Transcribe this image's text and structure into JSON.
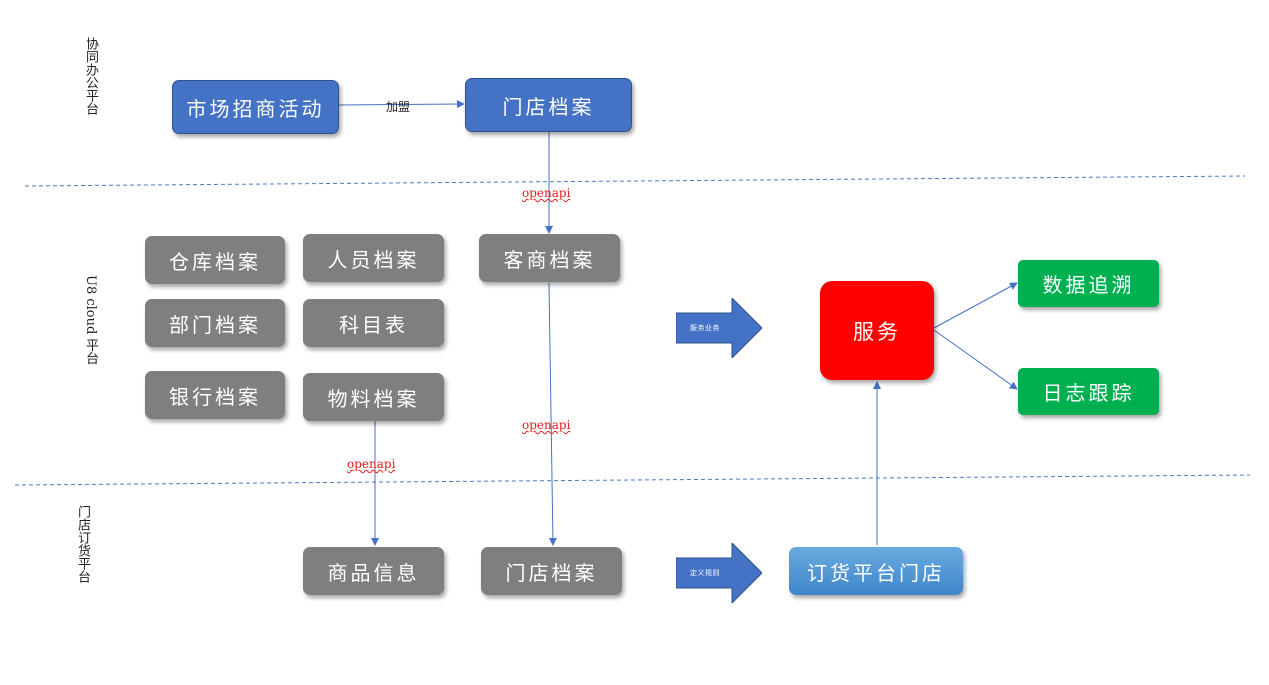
{
  "lanes": {
    "collab": "协同办公平台",
    "u8": "U8 cloud 平台",
    "order": "门店订货平台"
  },
  "nodes": {
    "market": "市场招商活动",
    "store_archive_top": "门店档案",
    "warehouse": "仓库档案",
    "personnel": "人员档案",
    "customer": "客商档案",
    "department": "部门档案",
    "subject": "科目表",
    "bank": "银行档案",
    "material": "物料档案",
    "service": "服务",
    "data_trace": "数据追溯",
    "log_trace": "日志跟踪",
    "goods_info": "商品信息",
    "store_archive_bottom": "门店档案",
    "order_store": "订货平台门店"
  },
  "edges": {
    "join": "加盟",
    "openapi_1": "openapi",
    "openapi_2": "openapi",
    "openapi_3": "openapi"
  },
  "arrows": {
    "service_business": "服务业务",
    "define_rules": "定义规则"
  },
  "colors": {
    "blue": "#4472c4",
    "gray": "#7f7f7f",
    "red": "#ff0000",
    "green": "#00b050",
    "light_blue": "#5b9bd5",
    "line": "#4472c4",
    "api_text": "#e11c1c"
  }
}
